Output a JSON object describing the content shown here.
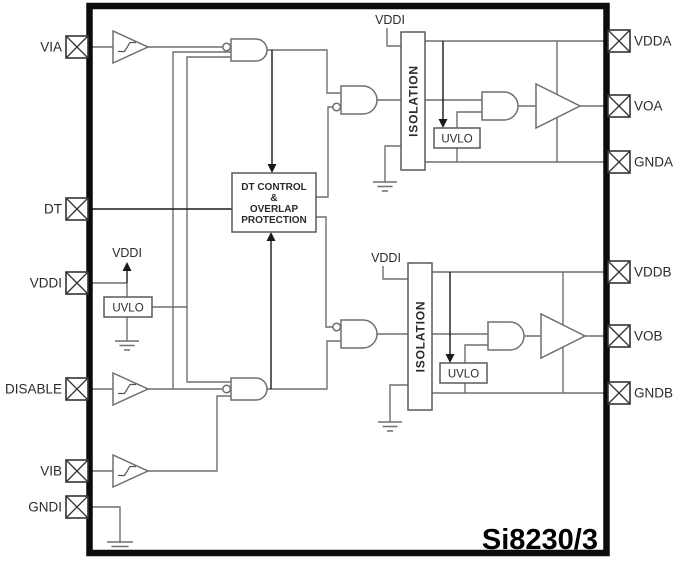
{
  "diagram": {
    "part_number": "Si8230/3",
    "left_pins": [
      "VIA",
      "DT",
      "VDDI",
      "DISABLE",
      "VIB",
      "GNDI"
    ],
    "right_pins": [
      "VDDA",
      "VOA",
      "GNDA",
      "VDDB",
      "VOB",
      "GNDB"
    ],
    "labels": {
      "vddi_rail": "VDDI",
      "vddi_iso_a": "VDDI",
      "vddi_iso_b": "VDDI",
      "uvlo_input": "UVLO",
      "uvlo_a": "UVLO",
      "uvlo_b": "UVLO",
      "isolation_a": "ISOLATION",
      "isolation_b": "ISOLATION",
      "dt_block_lines": [
        "DT CONTROL",
        "&",
        "OVERLAP",
        "PROTECTION"
      ]
    },
    "icons": {
      "pin": "x-box-pin-icon",
      "schmitt_buffer": "hysteresis-icon",
      "ground": "ground-icon",
      "and_gate": "and-gate-icon",
      "output_amp": "amplifier-triangle-icon",
      "arrow": "down-up-arrow-icon"
    },
    "colors": {
      "wire": "#6f6f6f",
      "accent": "#1a1a1a",
      "border": "#0c0c0c",
      "text": "#2b2b2b"
    }
  }
}
